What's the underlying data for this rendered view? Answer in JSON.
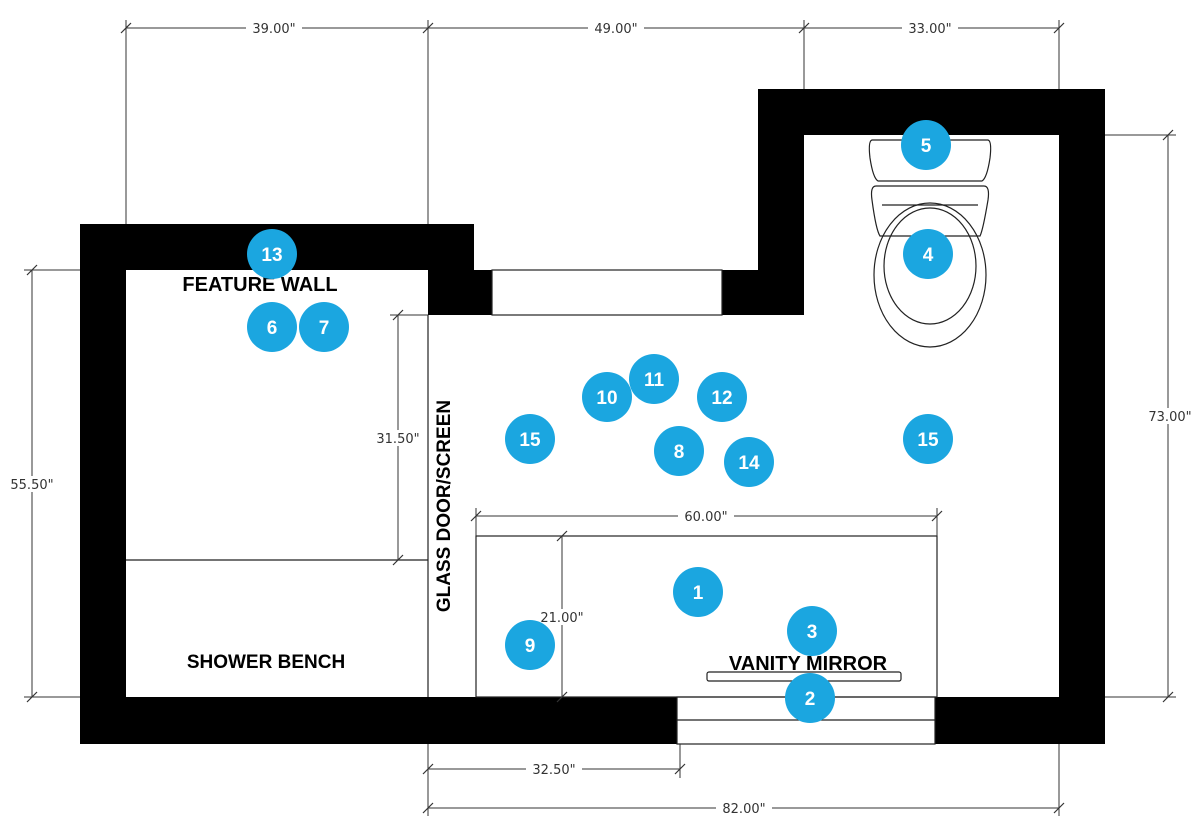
{
  "dimensions": {
    "top_left": "39.00\"",
    "top_middle": "49.00\"",
    "top_right": "33.00\"",
    "left_height": "55.50\"",
    "shower_depth": "31.50\"",
    "right_height": "73.00\"",
    "vanity_width": "60.00\"",
    "vanity_depth": "21.00\"",
    "bottom_door": "32.50\"",
    "bottom_total": "82.00\""
  },
  "labels": {
    "feature_wall": "FEATURE WALL",
    "shower_bench": "SHOWER BENCH",
    "glass_door": "GLASS DOOR/SCREEN",
    "vanity_mirror": "VANITY MIRROR"
  },
  "marker_color": "#1ba6e0",
  "markers": [
    "1",
    "2",
    "3",
    "4",
    "5",
    "6",
    "7",
    "8",
    "9",
    "10",
    "11",
    "12",
    "13",
    "14",
    "15",
    "15"
  ]
}
